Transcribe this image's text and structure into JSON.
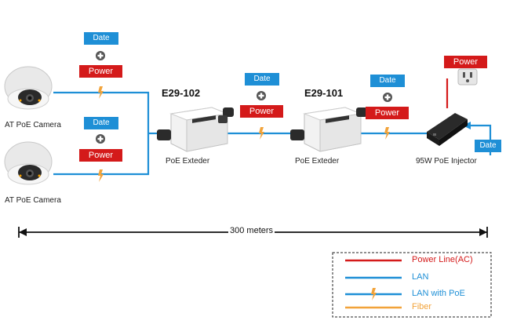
{
  "tags": {
    "lan_label": "Date",
    "power_label": "Power"
  },
  "devices": {
    "camera_top": "AT PoE Camera",
    "camera_bottom": "AT PoE Camera",
    "extender_1_model": "E29-102",
    "extender_1_name": "PoE Exteder",
    "extender_2_model": "E29-101",
    "extender_2_name": "PoE Exteder",
    "injector_name": "95W PoE Injector"
  },
  "distance": "300 meters",
  "legend": {
    "items": [
      {
        "label": "Power Line(AC)",
        "color": "#d41a1a"
      },
      {
        "label": "LAN",
        "color": "#1e8fd6"
      },
      {
        "label": "LAN with PoE",
        "color": "#1e8fd6"
      },
      {
        "label": "Fiber",
        "color": "#f2a33a"
      }
    ]
  },
  "colors": {
    "lan": "#1e8fd6",
    "power": "#d41a1a",
    "bolt": "#f2a33a"
  }
}
